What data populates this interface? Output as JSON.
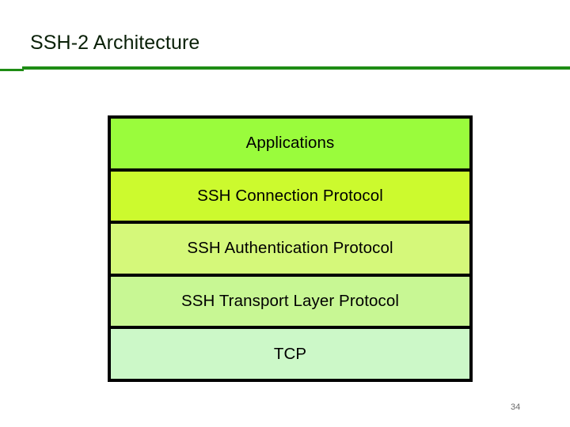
{
  "slide": {
    "title": "SSH-2 Architecture",
    "page_number": "34",
    "background_color": "#FFFFFF",
    "title_color": "#0A2008",
    "rule_color": "#1E8C14",
    "page_number_color": "#6B6B6B"
  },
  "diagram": {
    "name": "ssh2-protocol-layer-stack",
    "border_color": "#000000",
    "layers": [
      {
        "label": "Applications",
        "fill": "#9AFC3C"
      },
      {
        "label": "SSH Connection Protocol",
        "fill": "#CCFA2E"
      },
      {
        "label": "SSH Authentication Protocol",
        "fill": "#D5F87A"
      },
      {
        "label": "SSH Transport Layer Protocol",
        "fill": "#C8F794"
      },
      {
        "label": "TCP",
        "fill": "#CCF8C8"
      }
    ]
  }
}
